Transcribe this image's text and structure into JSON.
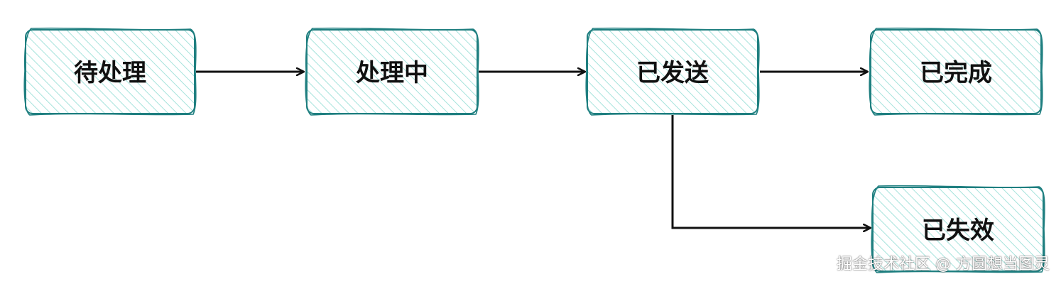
{
  "colors": {
    "node_stroke": "#1f7f80",
    "node_hatch": "#a6e3dc",
    "arrow": "#111111",
    "label": "#111111",
    "watermark": "#ffffff"
  },
  "diagram": {
    "nodes": [
      {
        "id": "pending",
        "label": "待处理"
      },
      {
        "id": "processing",
        "label": "处理中"
      },
      {
        "id": "sent",
        "label": "已发送"
      },
      {
        "id": "completed",
        "label": "已完成"
      },
      {
        "id": "expired",
        "label": "已失效"
      }
    ],
    "edges": [
      {
        "from": "pending",
        "to": "processing"
      },
      {
        "from": "processing",
        "to": "sent"
      },
      {
        "from": "sent",
        "to": "completed"
      },
      {
        "from": "sent",
        "to": "expired"
      }
    ]
  },
  "watermark": {
    "text": "掘金技术社区 @ 方圆想当图灵"
  }
}
